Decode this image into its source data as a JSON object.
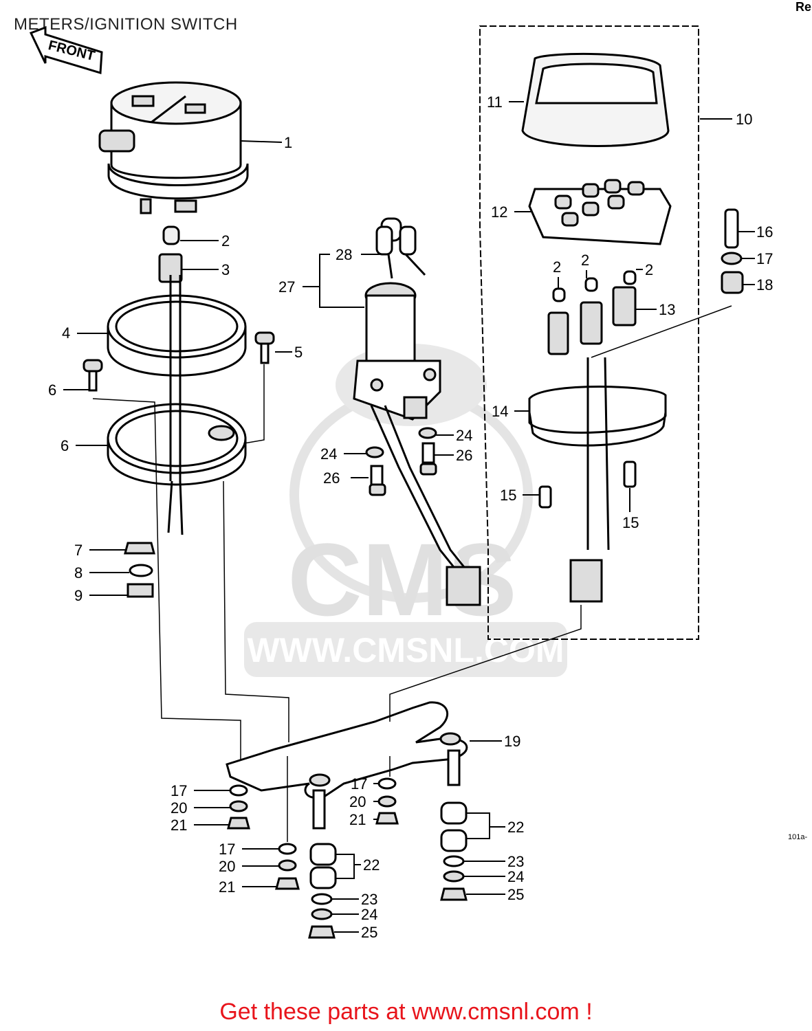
{
  "title": "METERS/IGNITION SWITCH",
  "corner_text": "Re",
  "front_label": "FRONT",
  "watermark": {
    "logo": "CMS",
    "url": "WWW.CMSNL.COM"
  },
  "figure_ref": "101a-",
  "footer": "Get these parts at www.cmsnl.com !",
  "callouts": [
    "1",
    "2",
    "3",
    "4",
    "5",
    "6",
    "6",
    "7",
    "8",
    "9",
    "10",
    "11",
    "12",
    "2",
    "2",
    "2",
    "13",
    "14",
    "15",
    "15",
    "16",
    "17",
    "18",
    "27",
    "28",
    "24",
    "24",
    "26",
    "26",
    "19",
    "17",
    "20",
    "21",
    "17",
    "20",
    "21",
    "17",
    "20",
    "21",
    "22",
    "22",
    "23",
    "24",
    "25",
    "23",
    "24",
    "25"
  ]
}
